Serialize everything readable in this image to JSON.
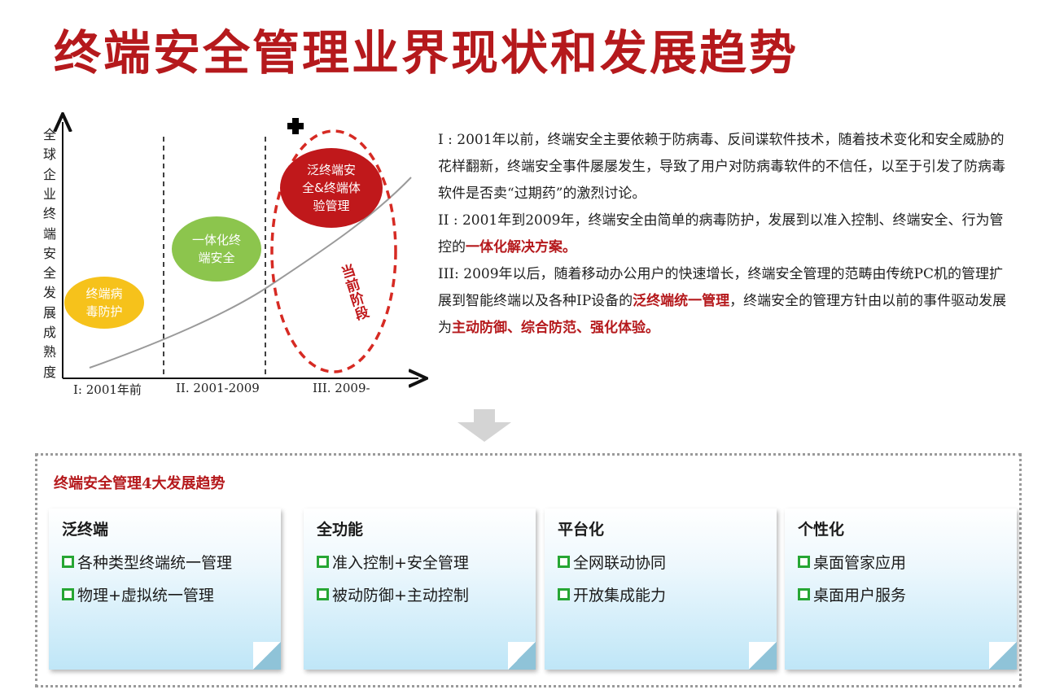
{
  "title": "终端安全管理业界现状和发展趋势",
  "diagram": {
    "ylabel": [
      "全",
      "球",
      "企",
      "业",
      "终",
      "端",
      "安",
      "全",
      "发",
      "展",
      "成",
      "熟",
      "度"
    ],
    "bubbles": {
      "stage1": [
        "终端病",
        "毒防护"
      ],
      "stage2": [
        "一体化终",
        "端安全"
      ],
      "stage3": [
        "泛终端安",
        "全&终端体",
        "验管理"
      ]
    },
    "current_stage_label": "当前阶段",
    "xticks": [
      "I: 2001年前",
      "II. 2001-2009",
      "III. 2009-"
    ]
  },
  "description": {
    "p1": "I : 2001年以前，终端安全主要依赖于防病毒、反间谍软件技术，随着技术变化和安全威胁的花样翻新，终端安全事件屡屡发生，导致了用户对防病毒软件的不信任，以至于引发了防病毒软件是否卖“过期药”的激烈讨论。",
    "p2_a": "II : 2001年到2009年，终端安全由简单的病毒防护，发展到以准入控制、终端安全、行为管控的",
    "p2_hl": "一体化解决方案。",
    "p3_a": "III: 2009年以后，随着移动办公用户的快速增长，终端安全管理的范畴由传统PC机的管理扩展到智能终端以及各种IP设备的",
    "p3_hl1": "泛终端统一管理",
    "p3_b": "，终端安全的管理方针由以前的事件驱动发展为",
    "p3_hl2": "主动防御、综合防范、强化体验。"
  },
  "trends": {
    "title": "终端安全管理4大发展趋势",
    "cards": [
      {
        "head": "泛终端",
        "items": [
          "各种类型终端统一管理",
          "物理+虚拟统一管理"
        ]
      },
      {
        "head": "全功能",
        "items": [
          "准入控制+安全管理",
          "被动防御+主动控制"
        ]
      },
      {
        "head": "平台化",
        "items": [
          "全网联动协同",
          "开放集成能力"
        ]
      },
      {
        "head": "个性化",
        "items": [
          "桌面管家应用",
          "桌面用户服务"
        ]
      }
    ]
  },
  "colors": {
    "accent": "#b5191c",
    "yellow": "#f6c21b",
    "green": "#8cc54d",
    "red": "#c0181b",
    "bullet": "#27a634"
  }
}
